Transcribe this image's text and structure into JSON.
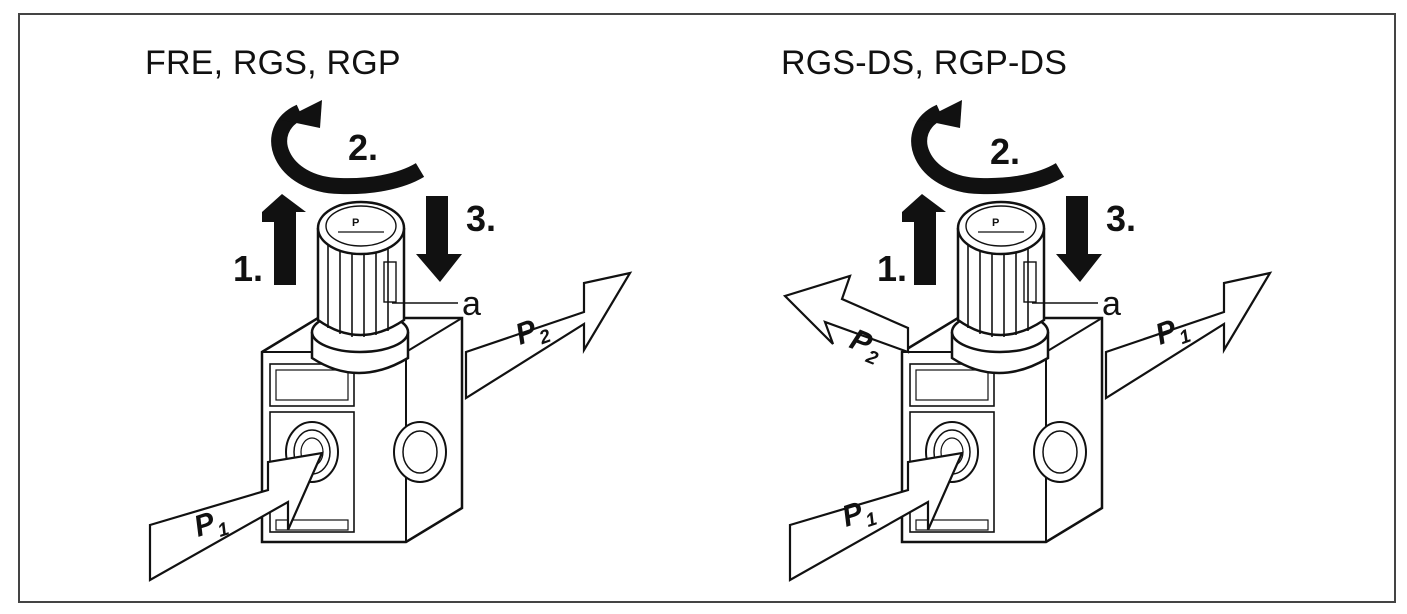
{
  "panels": [
    {
      "title": "FRE, RGS, RGP",
      "steps": {
        "pull": "1.",
        "turn": "2.",
        "push": "3."
      },
      "callout": "a",
      "inlet": {
        "letter": "P",
        "sub": "1"
      },
      "outlets": [
        {
          "letter": "P",
          "sub": "2"
        }
      ]
    },
    {
      "title": "RGS-DS, RGP-DS",
      "steps": {
        "pull": "1.",
        "turn": "2.",
        "push": "3."
      },
      "callout": "a",
      "inlet": {
        "letter": "P",
        "sub": "1"
      },
      "outlets": [
        {
          "letter": "P",
          "sub": "2"
        },
        {
          "letter": "P",
          "sub": "1"
        }
      ]
    }
  ]
}
